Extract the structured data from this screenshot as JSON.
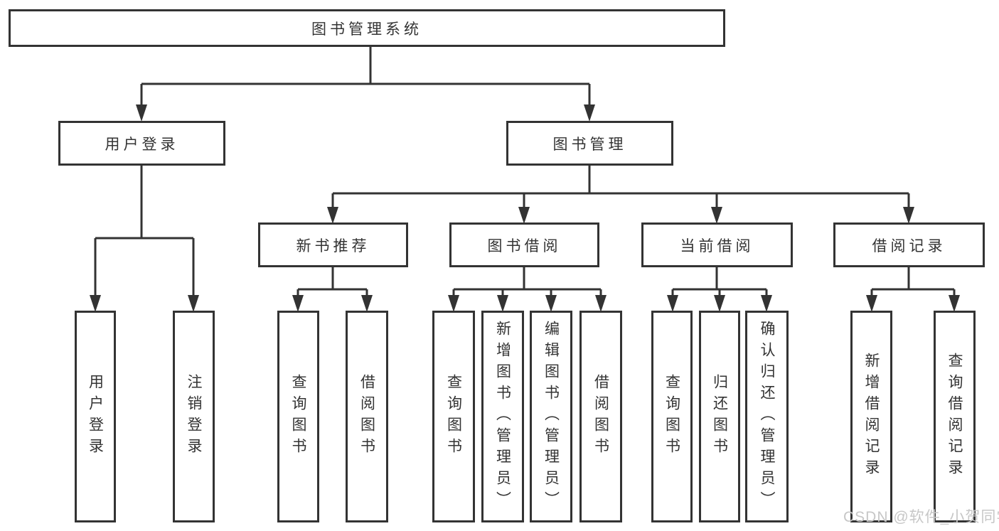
{
  "tree": {
    "root": {
      "label": "图书管理系统"
    },
    "branches": [
      {
        "label": "用户登录",
        "leaves": [
          {
            "label": "用户登录"
          },
          {
            "label": "注销登录"
          }
        ]
      },
      {
        "label": "图书管理",
        "groups": [
          {
            "label": "新书推荐",
            "leaves": [
              {
                "label": "查询图书"
              },
              {
                "label": "借阅图书"
              }
            ]
          },
          {
            "label": "图书借阅",
            "leaves": [
              {
                "label": "查询图书"
              },
              {
                "label": "新增图书（管理员）"
              },
              {
                "label": "编辑图书（管理员）"
              },
              {
                "label": "借阅图书"
              }
            ]
          },
          {
            "label": "当前借阅",
            "leaves": [
              {
                "label": "查询图书"
              },
              {
                "label": "归还图书"
              },
              {
                "label": "确认归还（管理员）"
              }
            ]
          },
          {
            "label": "借阅记录",
            "leaves": [
              {
                "label": "新增借阅记录"
              },
              {
                "label": "查询借阅记录"
              }
            ]
          }
        ]
      }
    ]
  },
  "watermark": {
    "text": "CSDN @软件_小贺同学"
  },
  "colors": {
    "line": "#333333",
    "text": "#333333",
    "background": "#ffffff",
    "watermark": "#c7c7c7"
  }
}
